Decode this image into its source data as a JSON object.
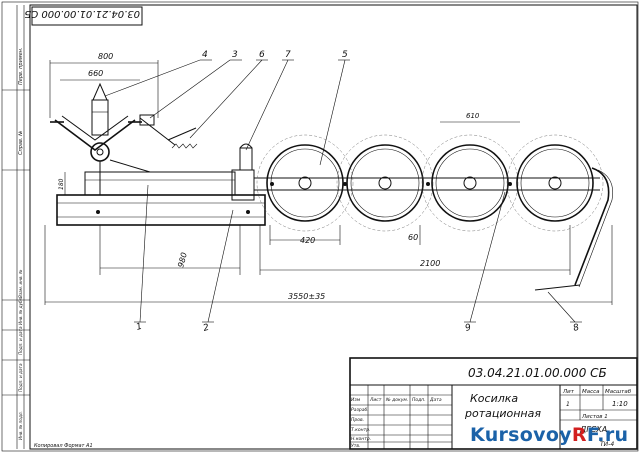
{
  "drawing": {
    "code_top": "03.04.21.01.00.000 СБ",
    "code_stamp": "03.04.21.01.00.000 СБ",
    "title_line1": "Косилка",
    "title_line2": "ротационная",
    "scale": "1:10",
    "sheet": "1",
    "sheets": "Листов  1",
    "org": "ДГСХА",
    "group": "ТИ-4"
  },
  "stamp_headers": {
    "lit": "Лит",
    "mass": "Масса",
    "scale": "Масштаб",
    "izm": "Изм",
    "list": "Лист",
    "doc": "№ докум.",
    "sign": "Подп.",
    "date": "Дата"
  },
  "stamp_roles": [
    "Разраб.",
    "Пров.",
    "Т.контр.",
    "",
    "Н.контр.",
    "Утв."
  ],
  "left_margin": {
    "perv_primen": "Перв. примен.",
    "sprav": "Справ. №",
    "podp_data_1": "Подп. и дата",
    "inv_dubl": "Инв. № дубл.",
    "vzam_inv": "Взам. инв. №",
    "podp_data_2": "Подп. и дата",
    "inv_podl": "Инв. № подл.",
    "format_note": "Копировал    Формат А1"
  },
  "dimensions": {
    "d800": "800",
    "d660": "660",
    "d180": "180",
    "d980": "980",
    "d420": "420",
    "d60": "60",
    "d2100": "2100",
    "d3550": "3550±35",
    "d610": "610"
  },
  "callouts": [
    "1",
    "2",
    "3",
    "4",
    "5",
    "6",
    "7",
    "8",
    "9"
  ],
  "watermark": {
    "part1": "Kursovoy",
    "part2": "R",
    "part3": "F.ru"
  }
}
